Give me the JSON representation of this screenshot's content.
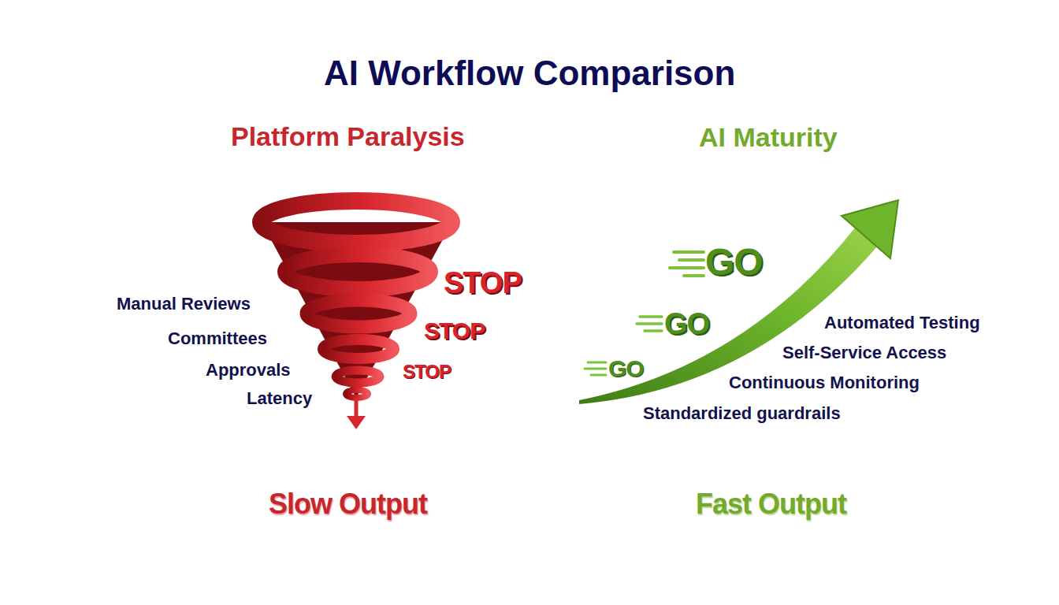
{
  "diagram": {
    "title": "AI Workflow Comparison",
    "labels": [
      "Platform Paralysis",
      "AI Maturity",
      "GO",
      "STOP",
      "Manual Reviews",
      "GO",
      "Automated Testing",
      "STOP",
      "Committees",
      "Self-Service Access",
      "Approvals",
      "STOP",
      "GO",
      "Continuous Monitoring",
      "Latency",
      "Standardized guardrails",
      "Slow Output",
      "Fast Output"
    ]
  }
}
